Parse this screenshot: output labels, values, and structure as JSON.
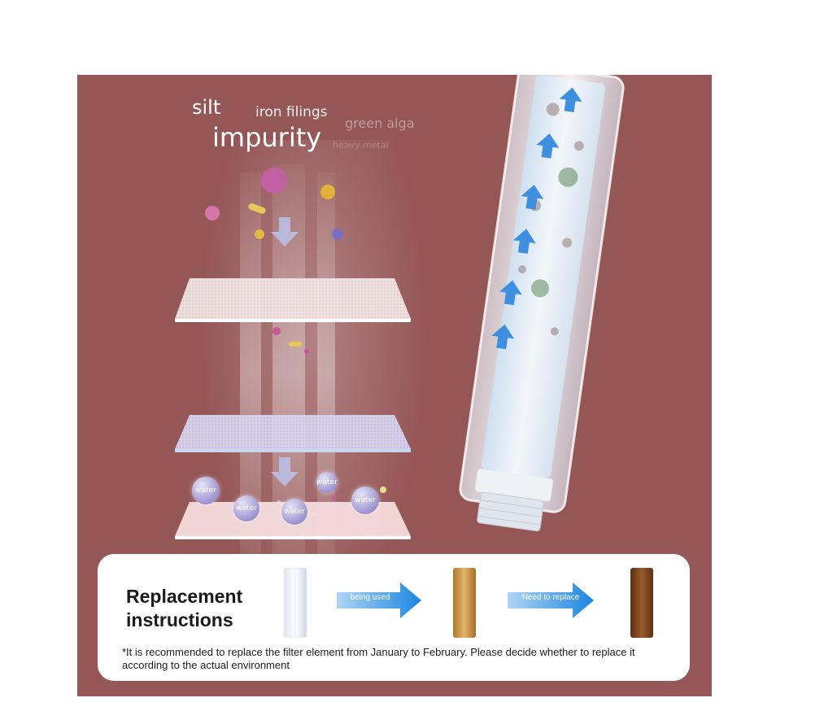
{
  "illustration": {
    "words": {
      "silt": "silt",
      "iron_filings": "iron filings",
      "impurity": "impurity",
      "green_alga": "green alga",
      "heavy_metal": "heavy metal"
    },
    "water_label": "water"
  },
  "replacement": {
    "title_line1": "Replacement",
    "title_line2": "instructions",
    "arrow1_label": "being used",
    "arrow2_label": "Need to replace",
    "note": "*It is recommended to replace the filter element from January to February. Please decide  whether to replace it according to the actual environment"
  },
  "colors": {
    "panel_bg": "#955656",
    "arrow_blue": "#1a86e0",
    "card_bg": "#ffffff"
  }
}
